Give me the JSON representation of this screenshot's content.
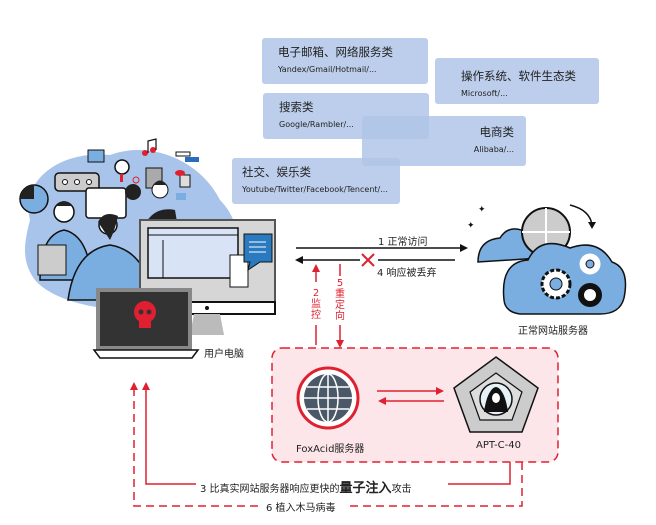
{
  "bubbles": [
    {
      "title": "电子邮箱、网络服务类",
      "sub": "Yandex/Gmail/Hotmail/..."
    },
    {
      "title": "操作系统、软件生态类",
      "sub": "Microsoft/..."
    },
    {
      "title": "搜索类",
      "sub": "Google/Rambler/..."
    },
    {
      "title": "电商类",
      "sub": "Alibaba/..."
    },
    {
      "title": "社交、娱乐类",
      "sub": "Youtube/Twitter/Facebook/Tencent/..."
    }
  ],
  "nodes": {
    "user_pc": "用户电脑",
    "normal_server": "正常网站服务器",
    "foxacid": "FoxAcid服务器",
    "apt": "APT-C-40"
  },
  "steps": {
    "s1": "1 正常访问",
    "s4": "4 响应被丢弃",
    "s2": "2监控",
    "s5": "5重定向",
    "s3_prefix": "3 比真实网站服务器响应更快的",
    "s3_bold": "量子注入",
    "s3_suffix": "攻击",
    "s6": "6 植入木马病毒"
  },
  "colors": {
    "accent_red": "#e02030",
    "bubble_blue": "#b0c6e8",
    "cloud_blue": "#7aaee0",
    "zone_fill": "#fde6ea"
  }
}
